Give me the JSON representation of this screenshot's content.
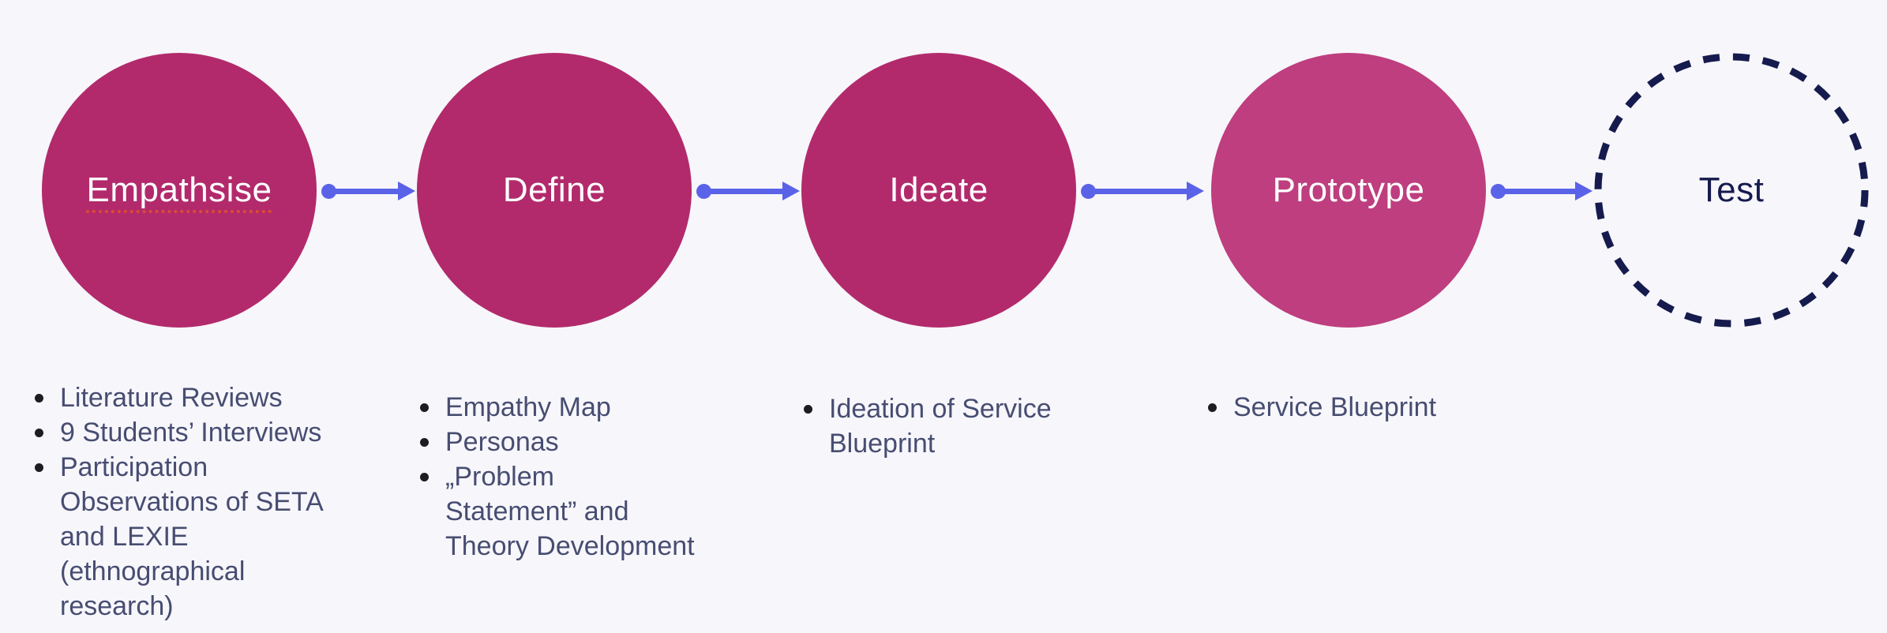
{
  "diagram": {
    "type": "process-flow",
    "stages": [
      {
        "label": "Empathsise",
        "misspelling_underline": true,
        "notes": [
          "Literature Reviews",
          "9 Students’ Interviews",
          "Participation\nObservations of SETA\nand LEXIE\n(ethnographical\nresearch)"
        ]
      },
      {
        "label": "Define",
        "notes": [
          "Empathy Map",
          "Personas",
          "„Problem\nStatement” and\nTheory Development"
        ]
      },
      {
        "label": "Ideate",
        "notes": [
          "Ideation of Service\nBlueprint"
        ]
      },
      {
        "label": "Prototype",
        "notes": [
          "Service Blueprint"
        ]
      },
      {
        "label": "Test",
        "style": "dashed-outline",
        "notes": []
      }
    ],
    "connectors": {
      "count": 4,
      "style": "dot-line-arrowhead",
      "direction": "left-to-right"
    },
    "colors": {
      "background": "#f7f6fb",
      "circle_fill": "#b22a6c",
      "circle_fill_prototype": "#be3e7f",
      "dashed_circle_stroke": "#161b4e",
      "arrow": "#5a63e8",
      "label_text": "#ffffff",
      "test_label_text": "#161b4e",
      "note_text": "#474d71",
      "bullet": "#1d1d1f",
      "spellcheck_underline": "#dd4b33"
    }
  }
}
